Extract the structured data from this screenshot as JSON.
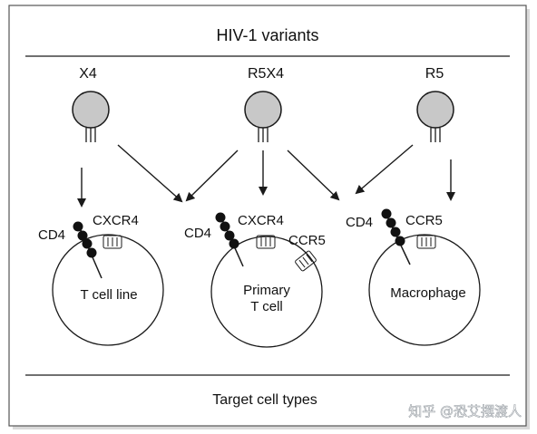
{
  "figure": {
    "title": "HIV-1 variants",
    "footer": "Target cell types",
    "watermark": "知乎 @恐艾摆渡人"
  },
  "variants": [
    {
      "id": "x4",
      "label": "X4"
    },
    {
      "id": "r5x4",
      "label": "R5X4"
    },
    {
      "id": "r5",
      "label": "R5"
    }
  ],
  "cells": [
    {
      "id": "t-cell-line",
      "line1": "T cell line",
      "line2": "",
      "cd4": "CD4",
      "receptor_a": "CXCR4",
      "receptor_b": ""
    },
    {
      "id": "primary-t-cell",
      "line1": "Primary",
      "line2": "T cell",
      "cd4": "CD4",
      "receptor_a": "CXCR4",
      "receptor_b": "CCR5"
    },
    {
      "id": "macrophage",
      "line1": "Macrophage",
      "line2": "",
      "cd4": "CD4",
      "receptor_a": "CCR5",
      "receptor_b": ""
    }
  ],
  "colors": {
    "virion_fill": "#c8c8c8",
    "stroke": "#1a1a1a",
    "border": "#555555"
  }
}
